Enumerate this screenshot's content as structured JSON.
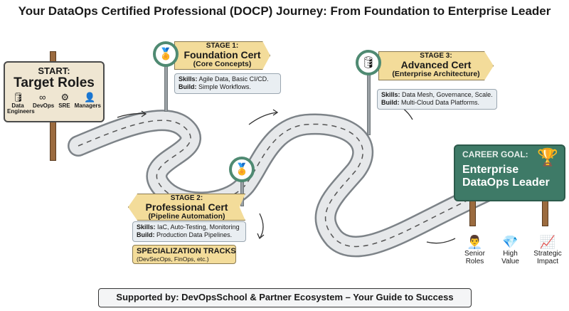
{
  "title": "Your DataOps Certified Professional (DOCP) Journey: From Foundation to Enterprise Leader",
  "start": {
    "label": "START:",
    "title": "Target Roles",
    "roles": [
      "Data Engineers",
      "DevOps",
      "SRE",
      "Managers"
    ]
  },
  "stage1": {
    "stage": "STAGE 1:",
    "cert": "Foundation Cert",
    "sub": "(Core Concepts)",
    "skills_label": "Skills:",
    "skills": "Agile Data, Basic CI/CD.",
    "build_label": "Build:",
    "build": "Simple Workflows."
  },
  "stage2": {
    "stage": "STAGE 2:",
    "cert": "Professional Cert",
    "sub": "(Pipeline Automation)",
    "skills_label": "Skills:",
    "skills": "IaC, Auto-Testing, Monitoring",
    "build_label": "Build:",
    "build": "Production Data Pipelines.",
    "tracks_title": "SPECIALIZATION TRACKS",
    "tracks": "(DevSecOps, FinOps, etc.)"
  },
  "stage3": {
    "stage": "STAGE 3:",
    "cert": "Advanced Cert",
    "sub": "(Enterprise Architecture)",
    "skills_label": "Skills:",
    "skills": "Data Mesh, Governance, Scale.",
    "build_label": "Build:",
    "build": "Multi-Cloud Data Platforms."
  },
  "goal": {
    "label": "CAREER GOAL:",
    "title1": "Enterprise",
    "title2": "DataOps Leader",
    "benefits": [
      {
        "l1": "Senior",
        "l2": "Roles"
      },
      {
        "l1": "High",
        "l2": "Value"
      },
      {
        "l1": "Strategic",
        "l2": "Impact"
      }
    ]
  },
  "footer": {
    "bold": "Supported by:",
    "text": " DevOpsSchool & Partner Ecosystem – Your Guide to Success"
  },
  "colors": {
    "green": "#3e7a67",
    "banner": "#f3dc9a",
    "sign": "#efe6d2"
  }
}
